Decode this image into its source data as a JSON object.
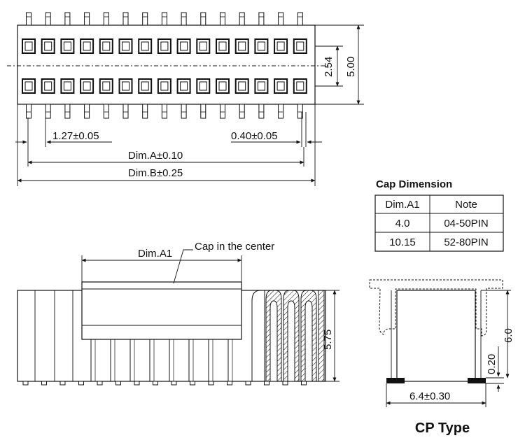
{
  "top_view": {
    "pin_count_per_row": 15,
    "dims": {
      "pitch": "2.54",
      "overall_height": "5.00",
      "pin_offset": "1.27±0.05",
      "pin_width": "0.40±0.05",
      "dim_a": "Dim.A±0.10",
      "dim_b": "Dim.B±0.25"
    }
  },
  "cap_table": {
    "title": "Cap Dimension",
    "headers": [
      "Dim.A1",
      "Note"
    ],
    "rows": [
      [
        "4.0",
        "04-50PIN"
      ],
      [
        "10.15",
        "52-80PIN"
      ]
    ]
  },
  "side_view": {
    "dim_a1": "Dim.A1",
    "cap_note": "Cap in the center",
    "height": "5.75"
  },
  "end_view": {
    "width": "6.4±0.30",
    "height": "6.0",
    "standoff": "0.20",
    "title": "CP Type"
  }
}
